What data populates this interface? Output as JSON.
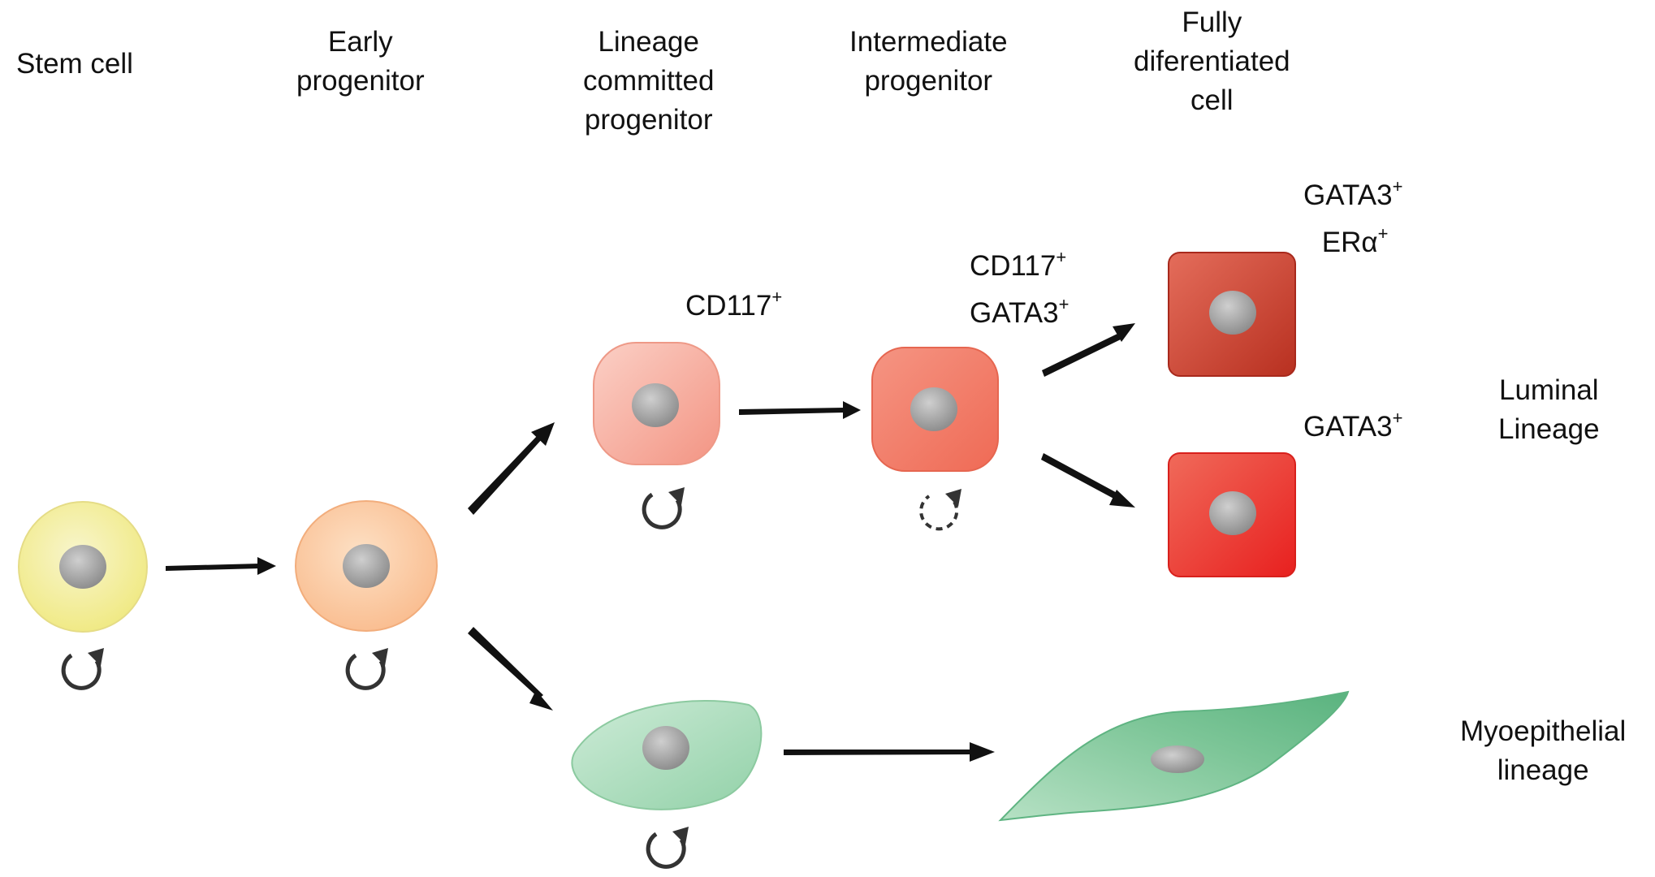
{
  "stage_headers": [
    {
      "id": "stem",
      "lines": [
        "Stem cell"
      ]
    },
    {
      "id": "early",
      "lines": [
        "Early",
        "progenitor"
      ]
    },
    {
      "id": "committed",
      "lines": [
        "Lineage",
        "committed",
        "progenitor"
      ]
    },
    {
      "id": "intermediate",
      "lines": [
        "Intermediate",
        "progenitor"
      ]
    },
    {
      "id": "differentiated",
      "lines": [
        "Fully",
        "diferentiated",
        "cell"
      ]
    }
  ],
  "markers": {
    "committed": [
      {
        "base": "CD117",
        "sup": "+"
      }
    ],
    "intermediate": [
      {
        "base": "CD117",
        "sup": "+"
      },
      {
        "base": "GATA3",
        "sup": "+"
      }
    ],
    "er_positive": [
      {
        "base": "GATA3",
        "sup": "+"
      },
      {
        "base": "ERα",
        "sup": "+"
      }
    ],
    "er_negative": [
      {
        "base": "GATA3",
        "sup": "+"
      }
    ]
  },
  "lineages": {
    "luminal": [
      "Luminal",
      "Lineage"
    ],
    "myoepithelial": [
      "Myoepithelial",
      "lineage"
    ]
  },
  "colors": {
    "stem": "#f6f0a0",
    "early": "#fbc9a0",
    "committed": "#f7a596",
    "intermediate": "#f27a66",
    "er_positive": "#cf4535",
    "er_negative": "#ee3a33",
    "myo": "#9ed7b2",
    "nucleus": "#9c9c9c",
    "arrow": "#111111"
  },
  "icons": [
    "self-renewal-icon",
    "limited-self-renewal-icon",
    "arrow-icon"
  ]
}
